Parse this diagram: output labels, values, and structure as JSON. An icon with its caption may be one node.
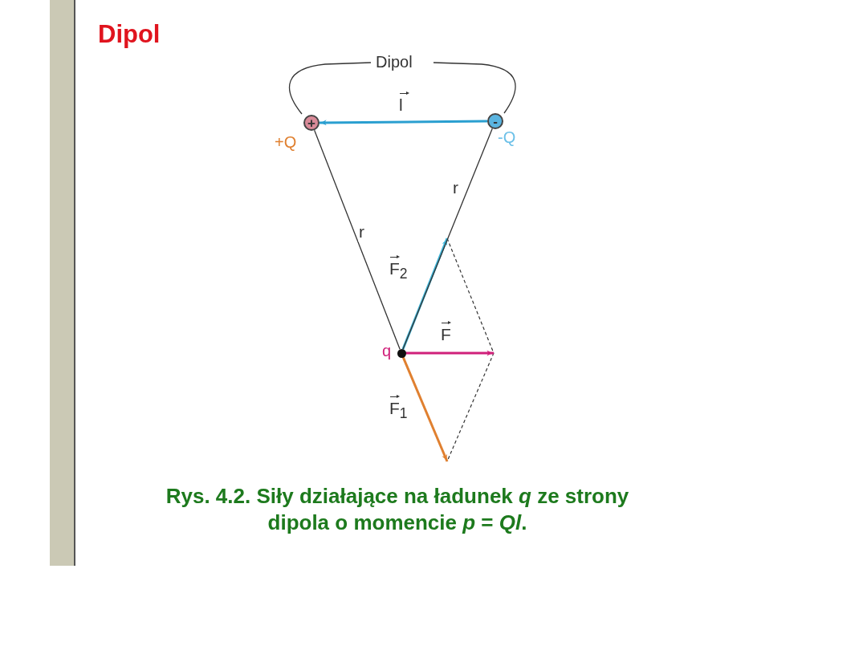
{
  "diagram": {
    "title": "Dipol",
    "caption": "Rys. 4.2. Siły działające na ładunek *q* ze strony dipola o momencie *p* = *Ql*.",
    "nodes": [
      {
        "text": [
          "+"
        ],
        "beside": [
          "+Q"
        ]
      },
      {
        "text": [
          "-"
        ],
        "beside": [
          "-Q"
        ]
      },
      {
        "text": [],
        "shape": "circle",
        "beside": [
          "q"
        ]
      }
    ],
    "edges": [
      {
        "from": 1,
        "to": 0,
        "arrow": "to",
        "label": "l",
        "color": "#2a9fd0"
      },
      {
        "from": 2,
        "to": null,
        "arrow": "to",
        "label": "F$_{2}$",
        "color": "#3cb4d8"
      },
      {
        "from": 2,
        "to": null,
        "arrow": "to",
        "label": "F",
        "color": "#d0207a"
      },
      {
        "from": 2,
        "to": null,
        "arrow": "to",
        "label": "F$_{1}$",
        "color": "#e08030"
      },
      {
        "from": 0,
        "to": 2,
        "arrow": "none",
        "label": "r"
      },
      {
        "from": 1,
        "to": 2,
        "arrow": "none",
        "label": "r"
      }
    ],
    "labels": [
      "Dipol"
    ]
  }
}
